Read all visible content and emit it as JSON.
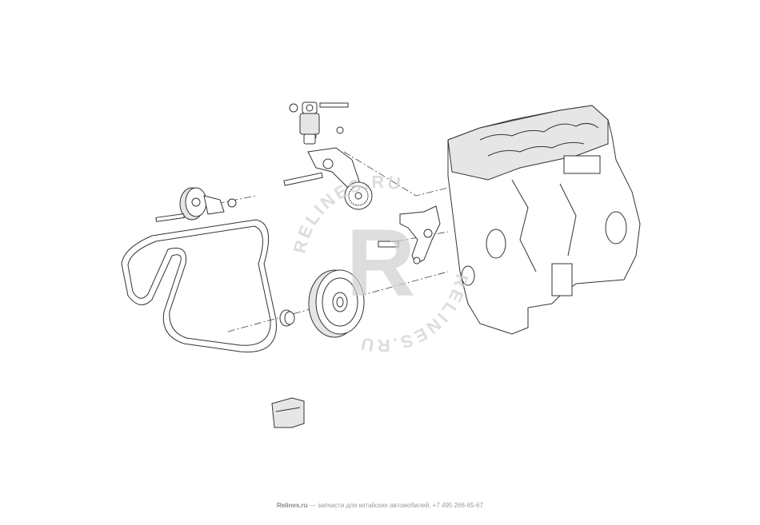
{
  "watermark": {
    "text": "RELINES.RU",
    "letter": "R"
  },
  "footer": {
    "brand": "Relines.ru",
    "text": " — запчасти для китайских автомобилей, +7 495 266-65-67"
  }
}
